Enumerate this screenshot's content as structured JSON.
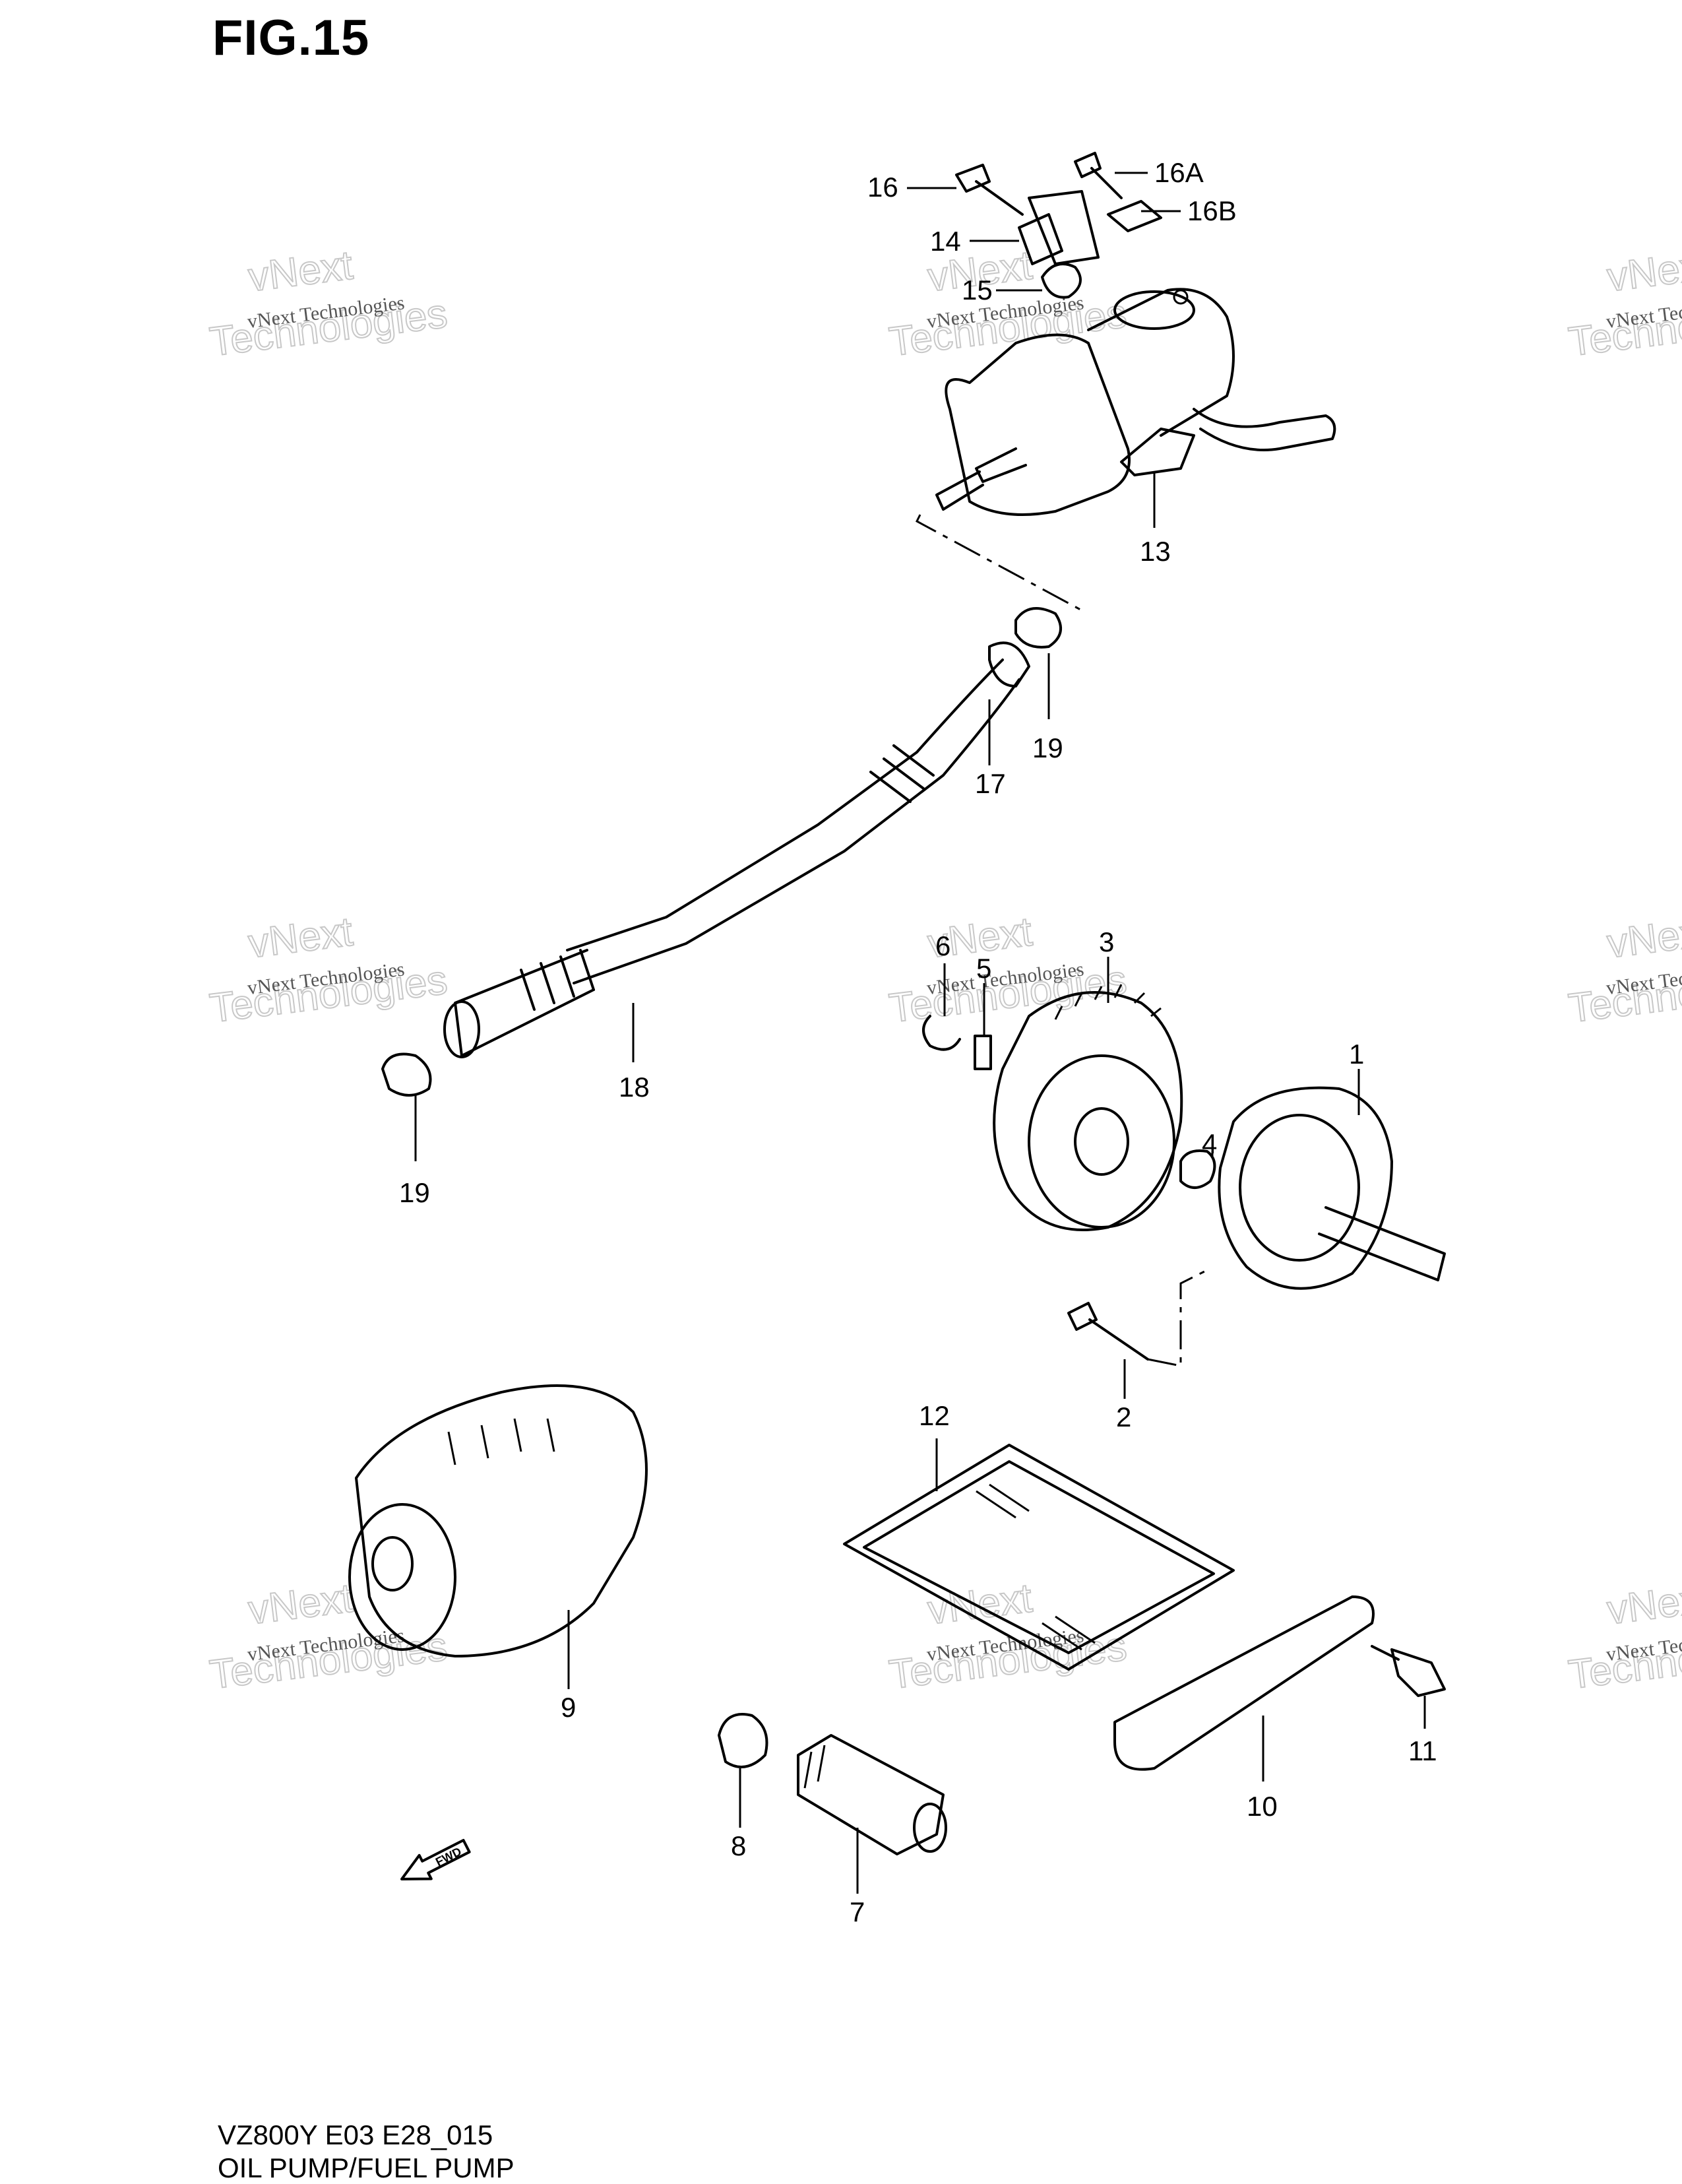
{
  "figure": {
    "title": "FIG.15",
    "model_code": "VZ800Y E03 E28_015",
    "name": "OIL PUMP/FUEL PUMP"
  },
  "callouts": [
    {
      "label": "16"
    },
    {
      "label": "16A"
    },
    {
      "label": "16B"
    },
    {
      "label": "14"
    },
    {
      "label": "15"
    },
    {
      "label": "13"
    },
    {
      "label": "19"
    },
    {
      "label": "17"
    },
    {
      "label": "18"
    },
    {
      "label": "19"
    },
    {
      "label": "6"
    },
    {
      "label": "5"
    },
    {
      "label": "3"
    },
    {
      "label": "1"
    },
    {
      "label": "4"
    },
    {
      "label": "2"
    },
    {
      "label": "12"
    },
    {
      "label": "9"
    },
    {
      "label": "11"
    },
    {
      "label": "10"
    },
    {
      "label": "8"
    },
    {
      "label": "7"
    }
  ],
  "fwd_arrow": {
    "label": "FWD"
  },
  "watermark": {
    "brand": "vNext Technologies",
    "large_top": "vNext",
    "large_bottom": "Technologies"
  },
  "colors": {
    "line": "#000000",
    "background": "#ffffff",
    "watermark": "#c8c8c8"
  }
}
